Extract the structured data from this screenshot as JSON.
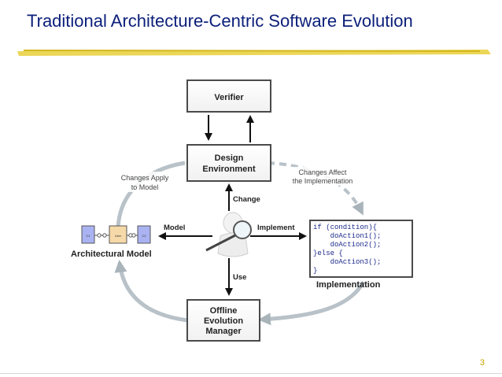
{
  "slide": {
    "title": "Traditional Architecture-Centric Software Evolution",
    "page_number": "3"
  },
  "diagram": {
    "nodes": {
      "verifier": "Verifier",
      "design_environment": [
        "Design",
        "Environment"
      ],
      "offline_manager": [
        "Offline",
        "Evolution",
        "Manager"
      ],
      "architectural_model": "Architectural Model",
      "implementation": "Implementation"
    },
    "edges": {
      "change": "Change",
      "model": "Model",
      "implement": "Implement",
      "use": "Use"
    },
    "annotations": {
      "changes_apply": [
        "Changes Apply",
        "to Model"
      ],
      "changes_affect": [
        "Changes Affect",
        "the Implementation"
      ]
    },
    "model_components": [
      "C1",
      "User",
      "C2"
    ],
    "code_lines": [
      "if (condition){",
      "    doAction1();",
      "    doAction2();",
      "}else {",
      "    doAction3();",
      "}"
    ]
  },
  "colors": {
    "title": "#0b1f7a",
    "highlight": "#e8cf3a",
    "box_border": "#4a4a4a",
    "cycle_arrow": "#b8c2c8",
    "component_fill": "#aab3f2",
    "component_center_fill": "#f6d9a8"
  }
}
